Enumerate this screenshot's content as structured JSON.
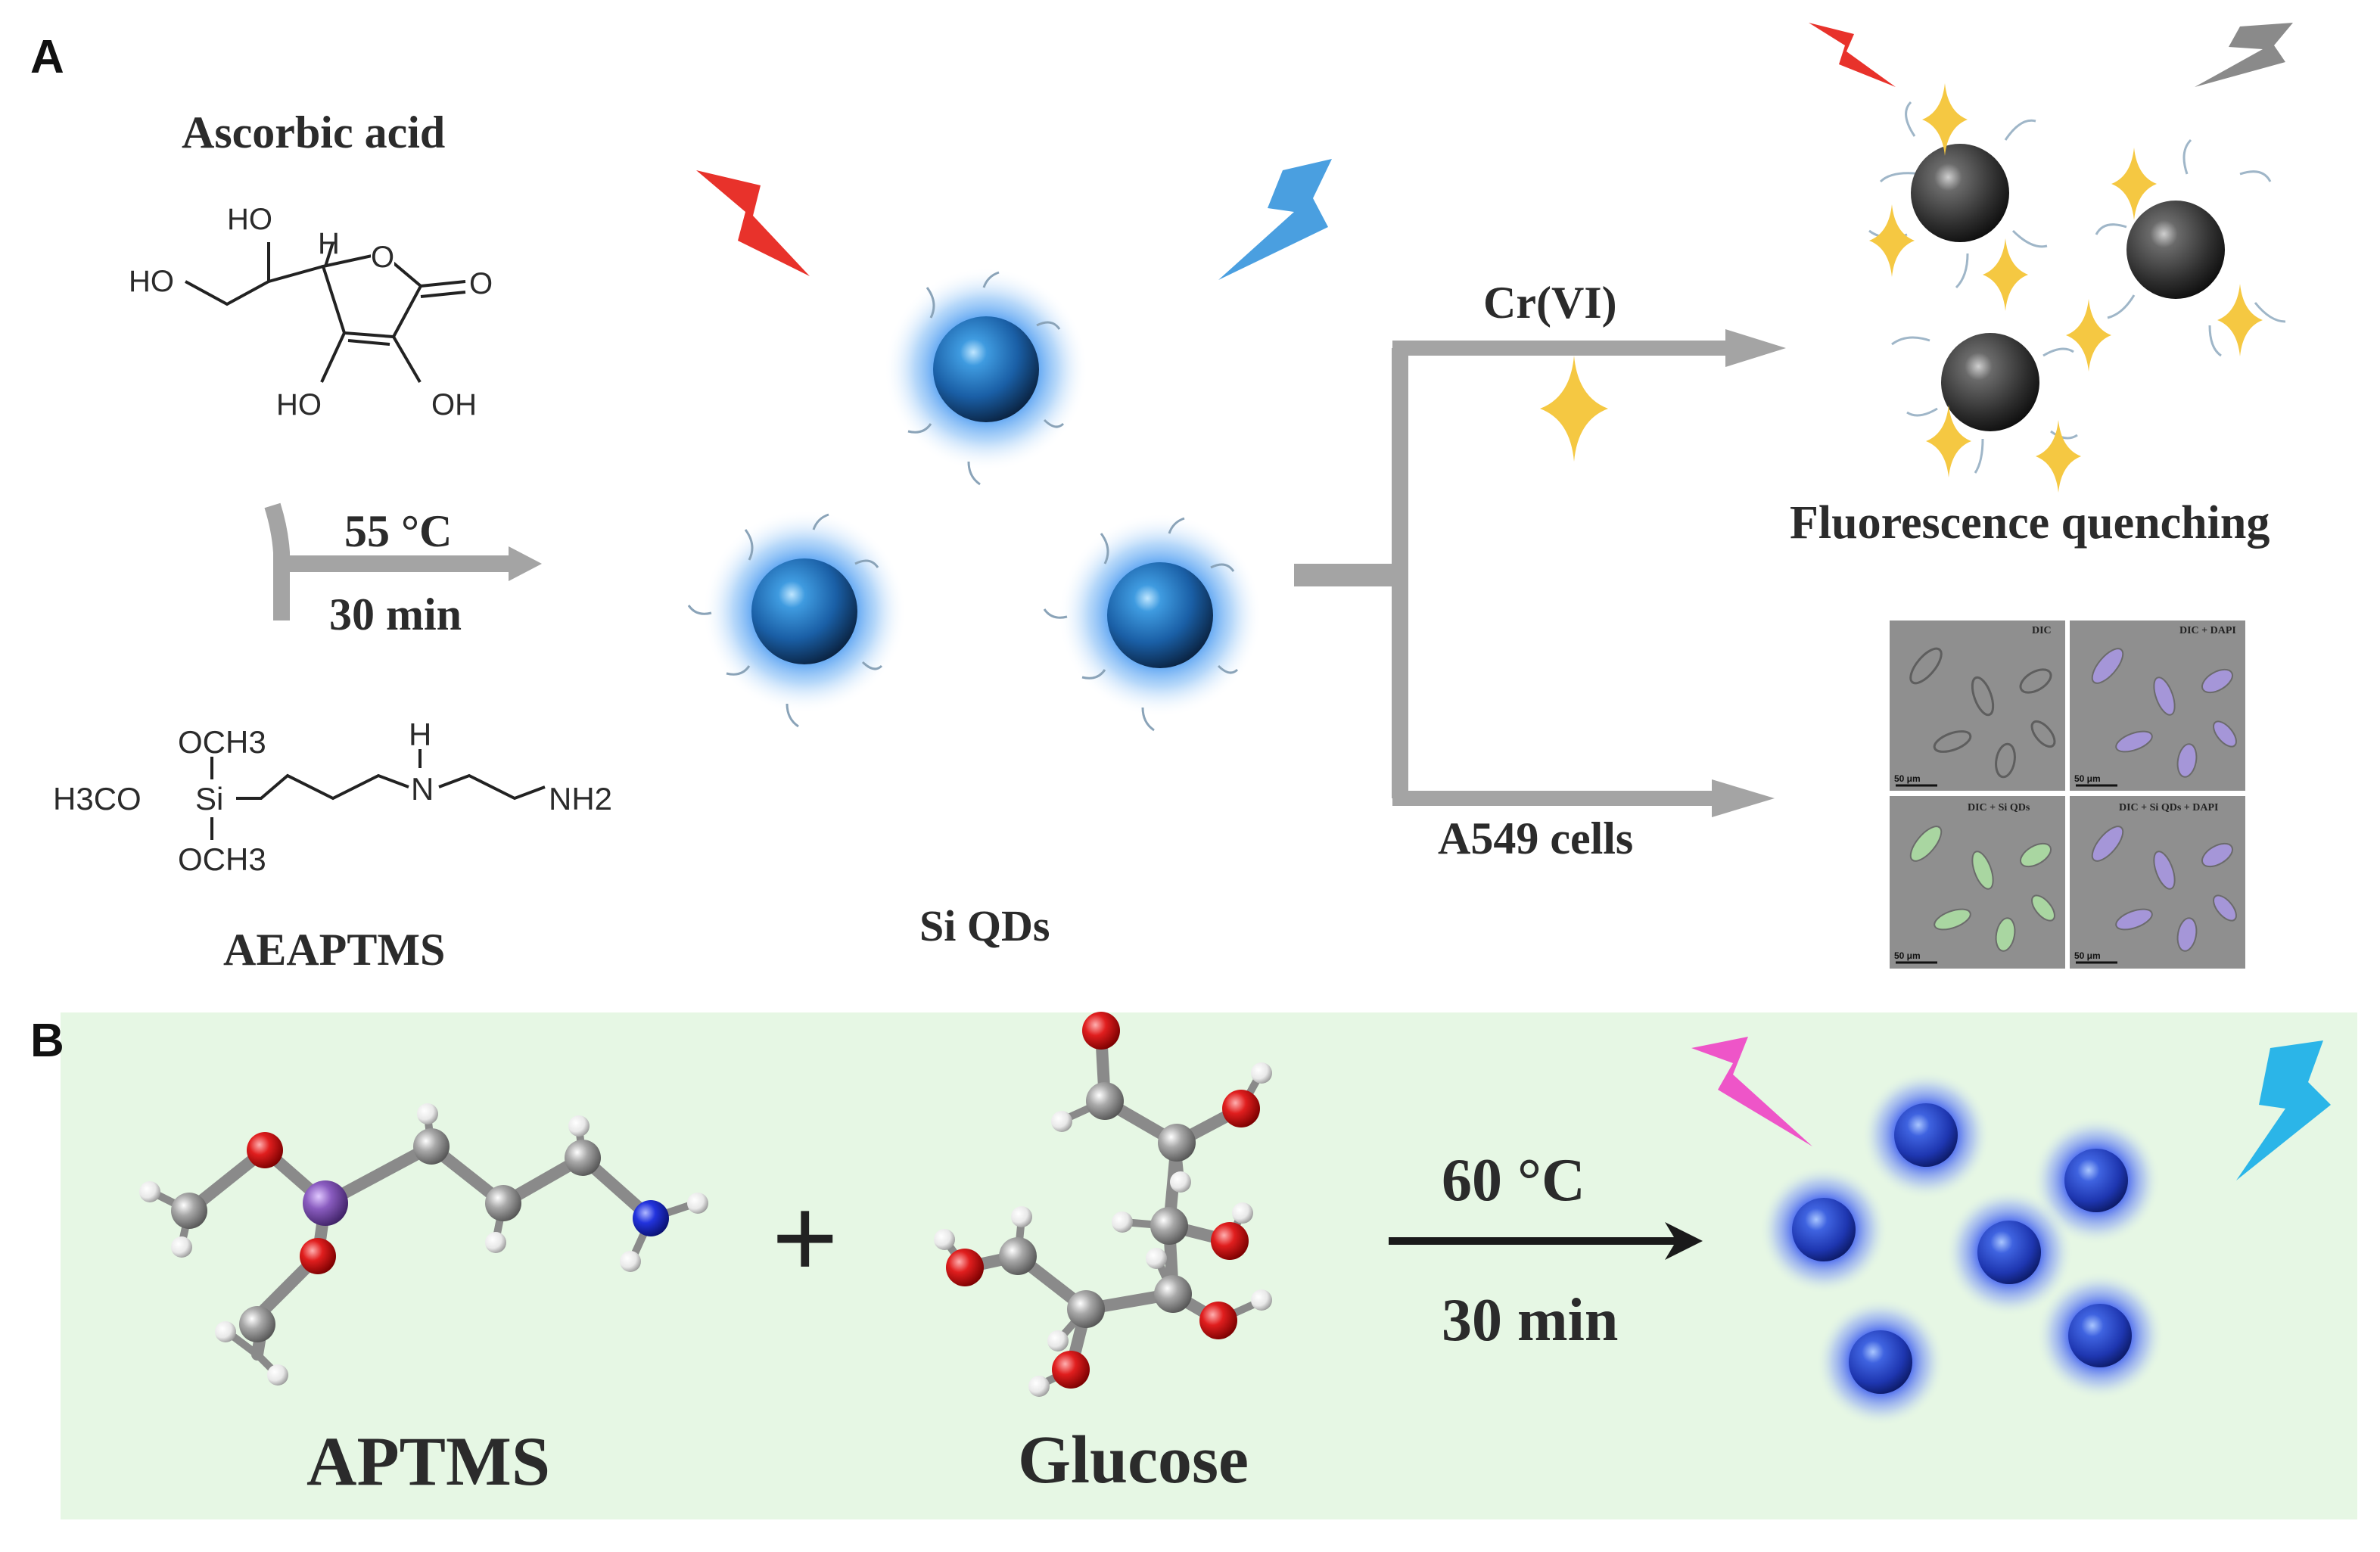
{
  "panels": {
    "a": {
      "label": "A",
      "reactant_top": "Ascorbic acid",
      "reactant_top_atoms": {
        "ho1": "HO",
        "h": "H",
        "o_ring": "O",
        "o_keto": "O",
        "ho2": "HO",
        "ho3": "HO",
        "oh": "OH"
      },
      "condition_temp": "55 °C",
      "condition_time": "30 min",
      "reactant_bottom": "AEAPTMS",
      "reactant_bottom_atoms": {
        "och3_top": "OCH3",
        "h3co": "H3CO",
        "si": "Si",
        "h": "H",
        "n": "N",
        "nh2": "NH2",
        "och3_bottom": "OCH3"
      },
      "product": "Si QDs",
      "branch_top": "Cr(VI)",
      "branch_bottom": "A549 cells",
      "result_top": "Fluorescence quenching",
      "micro_panels": [
        "DIC",
        "DIC + DAPI",
        "DIC + Si QDs",
        "DIC + Si QDs + DAPI"
      ],
      "scale_bar": "50 μm"
    },
    "b": {
      "label": "B",
      "reactant_left": "APTMS",
      "plus": "+",
      "reactant_right": "Glucose",
      "condition_temp": "60 °C",
      "condition_time": "30 min"
    }
  },
  "colors": {
    "panel_b_background": "#e6f7e4",
    "qd_blue": "#1e6fb5",
    "qd_glow": "#4aa0f0",
    "quenched_qd": "#3a3a3a",
    "sparkle": "#f5c842",
    "lightning_red": "#e8322b",
    "lightning_blue": "#4a9fe0",
    "lightning_magenta": "#ee55c8",
    "lightning_grey": "#8a8a8a",
    "arrow_grey": "#a0a0a0",
    "atom_carbon": "#9a9a9a",
    "atom_oxygen": "#d61a1a",
    "atom_nitrogen": "#1f2fd6",
    "atom_silicon": "#8a5cc0",
    "atom_hydrogen": "#f2f2f2"
  }
}
